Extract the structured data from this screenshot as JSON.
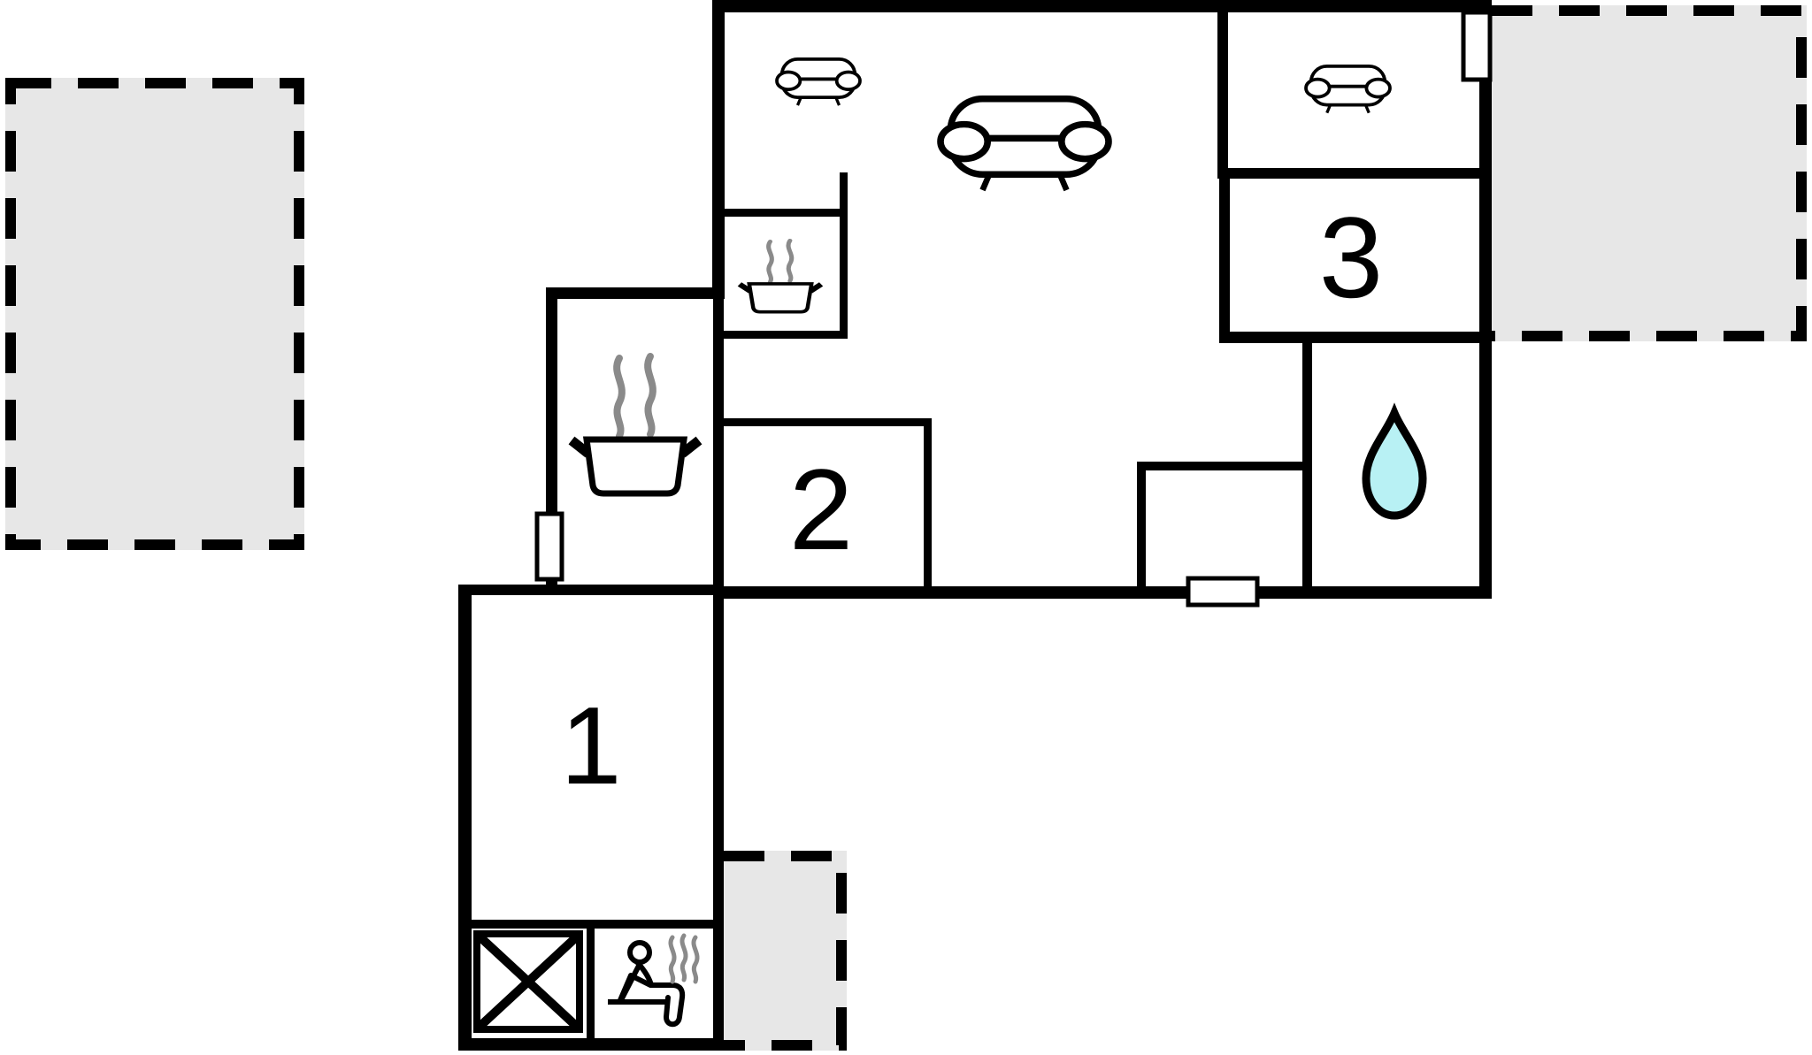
{
  "floor_plan": {
    "title": "holiday-home-floor-plan",
    "rooms": [
      {
        "id": "bedroom-1",
        "label": "1"
      },
      {
        "id": "bedroom-2",
        "label": "2"
      },
      {
        "id": "bedroom-3",
        "label": "3"
      }
    ],
    "areas": [
      {
        "id": "living-room",
        "icon": "sofa-icon"
      },
      {
        "id": "lounge-corner",
        "icon": "sofa-icon"
      },
      {
        "id": "bedroom-3-lounge",
        "icon": "sofa-icon"
      },
      {
        "id": "kitchen",
        "icon": "cooking-pot-icon"
      },
      {
        "id": "kitchenette",
        "icon": "cooking-pot-icon"
      },
      {
        "id": "bathroom",
        "icon": "water-drop-icon"
      },
      {
        "id": "sauna",
        "icon": "sauna-person-icon"
      },
      {
        "id": "storage",
        "icon": "crossed-square-icon"
      }
    ],
    "terraces": [
      {
        "id": "terrace-left"
      },
      {
        "id": "terrace-right"
      },
      {
        "id": "terrace-bottom"
      }
    ],
    "openings": [
      {
        "id": "window-right-wall"
      },
      {
        "id": "window-kitchen-wall"
      },
      {
        "id": "entrance-door-bottom-wall"
      }
    ],
    "colors": {
      "wall": "#000000",
      "terrace_fill": "#e7e7e7",
      "water_drop_fill": "#b8f1f4",
      "steam": "#8a8a8a",
      "background": "#ffffff"
    }
  }
}
